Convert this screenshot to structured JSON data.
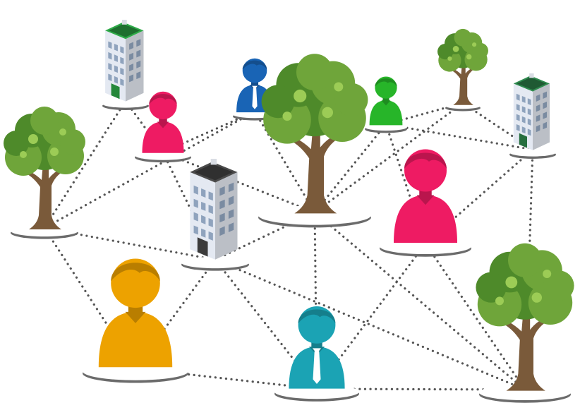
{
  "diagram": {
    "nodes": [
      {
        "id": "building-top-left",
        "kind": "building",
        "color": "#2eaa48"
      },
      {
        "id": "person-pink-small",
        "kind": "person",
        "color": "#ee1b63",
        "tie": false
      },
      {
        "id": "person-blue",
        "kind": "person",
        "color": "#1964b5",
        "tie": true
      },
      {
        "id": "tree-center",
        "kind": "tree"
      },
      {
        "id": "person-green",
        "kind": "person",
        "color": "#27b529",
        "tie": false
      },
      {
        "id": "tree-top-right",
        "kind": "tree"
      },
      {
        "id": "building-right",
        "kind": "building",
        "color": "#2f8a4e"
      },
      {
        "id": "tree-left",
        "kind": "tree"
      },
      {
        "id": "building-center",
        "kind": "building",
        "color": "#4a4a4a"
      },
      {
        "id": "person-pink-large",
        "kind": "person",
        "color": "#ee1b63",
        "tie": false
      },
      {
        "id": "person-orange",
        "kind": "person",
        "color": "#eda200",
        "tie": false
      },
      {
        "id": "person-teal",
        "kind": "person",
        "color": "#1ba3b4",
        "tie": true
      },
      {
        "id": "tree-bottom-right",
        "kind": "tree"
      }
    ],
    "edges": [
      [
        "building-top-left",
        "person-pink-small"
      ],
      [
        "building-top-left",
        "tree-left"
      ],
      [
        "person-pink-small",
        "person-blue"
      ],
      [
        "person-pink-small",
        "building-center"
      ],
      [
        "person-pink-small",
        "tree-center"
      ],
      [
        "person-blue",
        "tree-center"
      ],
      [
        "person-blue",
        "tree-left"
      ],
      [
        "tree-center",
        "person-green"
      ],
      [
        "person-green",
        "tree-top-right"
      ],
      [
        "person-green",
        "building-right"
      ],
      [
        "person-green",
        "person-pink-large"
      ],
      [
        "tree-top-right",
        "building-right"
      ],
      [
        "tree-top-right",
        "tree-center"
      ],
      [
        "building-right",
        "person-pink-large"
      ],
      [
        "building-right",
        "tree-bottom-right"
      ],
      [
        "tree-left",
        "building-center"
      ],
      [
        "tree-left",
        "person-orange"
      ],
      [
        "building-center",
        "person-orange"
      ],
      [
        "building-center",
        "tree-center"
      ],
      [
        "building-center",
        "person-teal"
      ],
      [
        "tree-center",
        "person-teal"
      ],
      [
        "tree-center",
        "tree-bottom-right"
      ],
      [
        "person-pink-large",
        "person-teal"
      ],
      [
        "person-pink-large",
        "tree-bottom-right"
      ],
      [
        "person-orange",
        "person-teal"
      ],
      [
        "person-teal",
        "tree-bottom-right"
      ],
      [
        "building-center",
        "tree-bottom-right"
      ]
    ],
    "colors": {
      "edge": "#555555",
      "plate": "#ffffff",
      "plate_rim": "#6b6b6b",
      "foliage": "#6fa53a",
      "foliage_dark": "#4e8a2a",
      "foliage_light": "#9ccc56",
      "trunk": "#7a5a3a",
      "facade": "#e4e9f2",
      "window": "#8fa3bd"
    }
  }
}
